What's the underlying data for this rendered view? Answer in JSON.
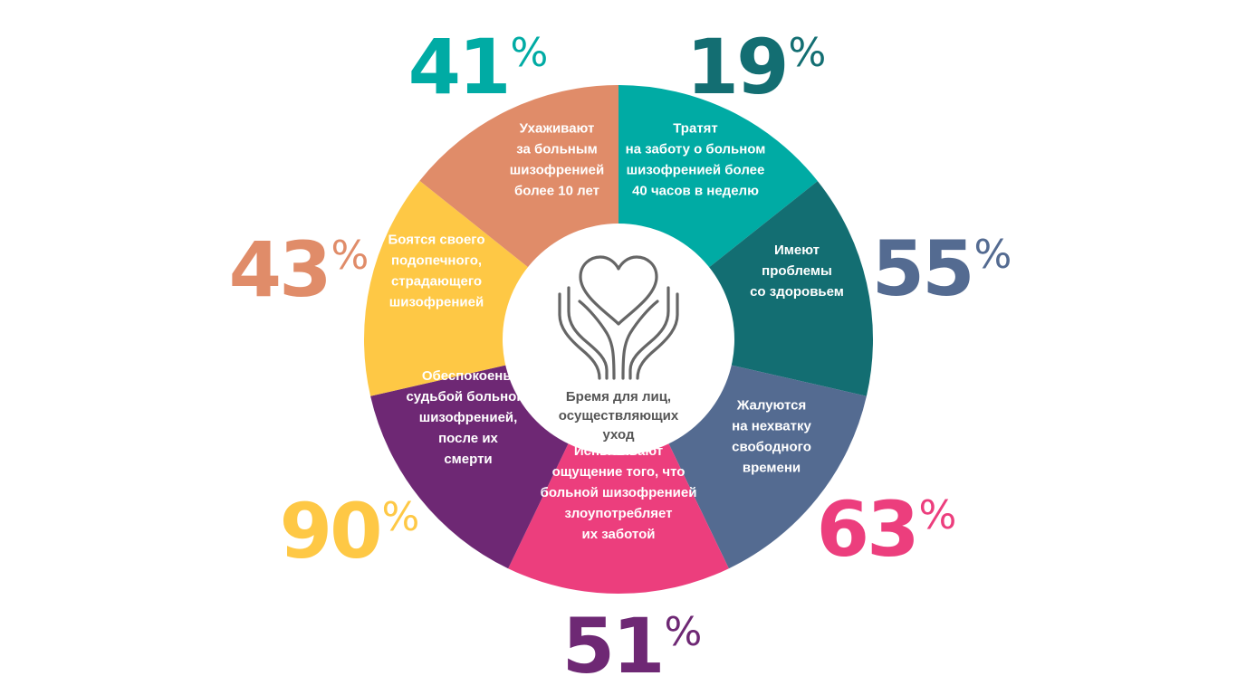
{
  "center": {
    "icon": "heart-in-hands-icon",
    "lines": [
      "Бремя для лиц,",
      "осуществляющих",
      "уход"
    ]
  },
  "segments": [
    {
      "id": "caring-over-10-years",
      "value": "41",
      "percent_sign": "%",
      "color": "#00ABA4",
      "lines": [
        "Ухаживают",
        "за больным",
        "шизофренией",
        "более 10 лет"
      ]
    },
    {
      "id": "over-40-hours-weekly",
      "value": "19",
      "percent_sign": "%",
      "color": "#136E72",
      "lines": [
        "Тратят",
        "на заботу о больном",
        "шизофренией более",
        "40 часов в неделю"
      ]
    },
    {
      "id": "health-problems",
      "value": "55",
      "percent_sign": "%",
      "color": "#546B91",
      "lines": [
        "Имеют",
        "проблемы",
        "со здоровьем"
      ]
    },
    {
      "id": "lack-of-free-time",
      "value": "63",
      "percent_sign": "%",
      "color": "#EC3E7D",
      "lines": [
        "Жалуются",
        "на нехватку",
        "свободного",
        "времени"
      ]
    },
    {
      "id": "feel-abused",
      "value": "51",
      "percent_sign": "%",
      "color": "#6E2874",
      "lines": [
        "Испытывают",
        "ощущение того, что",
        "больной шизофренией",
        "злоупотребляет",
        "их заботой"
      ]
    },
    {
      "id": "worried-after-death",
      "value": "90",
      "percent_sign": "%",
      "color": "#FEC845",
      "lines": [
        "Обеспокоены",
        "судьбой больного",
        "шизофренией,",
        "после их",
        "смерти"
      ]
    },
    {
      "id": "afraid-of-ward",
      "value": "43",
      "percent_sign": "%",
      "color": "#E08C69",
      "lines": [
        "Боятся своего",
        "подопечного,",
        "страдающего",
        "шизофренией"
      ]
    }
  ]
}
